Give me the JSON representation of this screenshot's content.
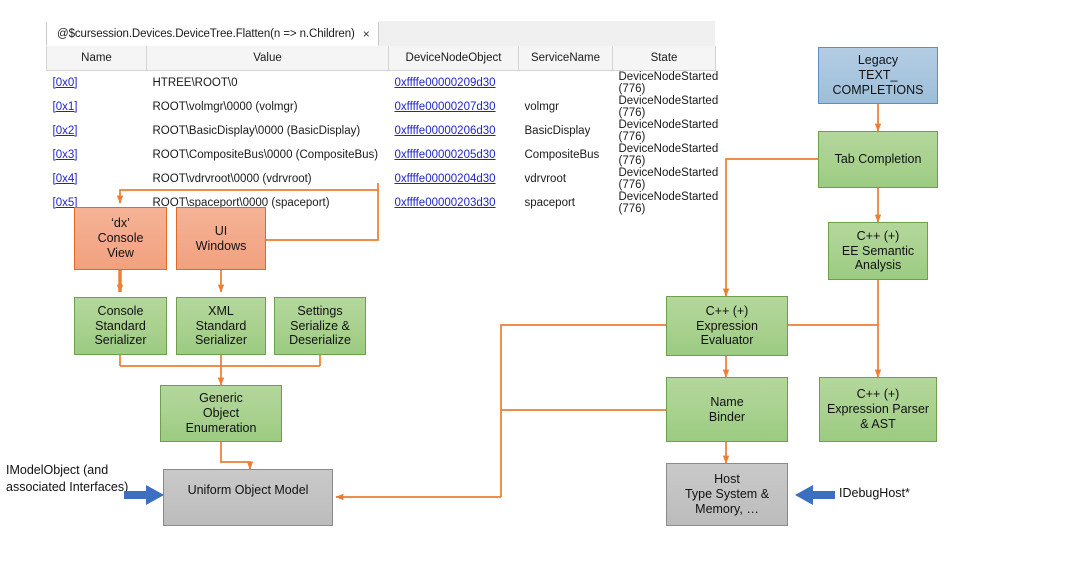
{
  "grid": {
    "tab": {
      "title": "@$cursession.Devices.DeviceTree.Flatten(n => n.Children)",
      "close": "×"
    },
    "columns": [
      "Name",
      "Value",
      "DeviceNodeObject",
      "ServiceName",
      "State"
    ],
    "rows": [
      {
        "name": "[0x0]",
        "value": "HTREE\\ROOT\\0",
        "device_node_object": "0xffffe00000209d30",
        "service_name": "",
        "state": "DeviceNodeStarted (776)"
      },
      {
        "name": "[0x1]",
        "value": "ROOT\\volmgr\\0000 (volmgr)",
        "device_node_object": "0xffffe00000207d30",
        "service_name": "volmgr",
        "state": "DeviceNodeStarted (776)"
      },
      {
        "name": "[0x2]",
        "value": "ROOT\\BasicDisplay\\0000 (BasicDisplay)",
        "device_node_object": "0xffffe00000206d30",
        "service_name": "BasicDisplay",
        "state": "DeviceNodeStarted (776)"
      },
      {
        "name": "[0x3]",
        "value": "ROOT\\CompositeBus\\0000 (CompositeBus)",
        "device_node_object": "0xffffe00000205d30",
        "service_name": "CompositeBus",
        "state": "DeviceNodeStarted (776)"
      },
      {
        "name": "[0x4]",
        "value": "ROOT\\vdrvroot\\0000 (vdrvroot)",
        "device_node_object": "0xffffe00000204d30",
        "service_name": "vdrvroot",
        "state": "DeviceNodeStarted (776)"
      },
      {
        "name": "[0x5]",
        "value": "ROOT\\spaceport\\0000 (spaceport)",
        "device_node_object": "0xffffe00000203d30",
        "service_name": "spaceport",
        "state": "DeviceNodeStarted (776)"
      }
    ]
  },
  "diagram": {
    "nodes": {
      "dx_console_view": {
        "lines": [
          "‘dx’",
          "Console",
          "View"
        ],
        "color": "#f3a98a"
      },
      "ui_windows": {
        "lines": [
          "UI",
          "Windows"
        ],
        "color": "#f3a98a"
      },
      "console_serializer": {
        "lines": [
          "Console",
          "Standard",
          "Serializer"
        ],
        "color": "#a8d18e"
      },
      "xml_serializer": {
        "lines": [
          "XML",
          "Standard",
          "Serializer"
        ],
        "color": "#a8d18e"
      },
      "settings_serialize": {
        "lines": [
          "Settings",
          "Serialize &",
          "Deserialize"
        ],
        "color": "#a8d18e"
      },
      "generic_object_enumeration": {
        "lines": [
          "Generic",
          "Object",
          "Enumeration"
        ],
        "color": "#a8d18e"
      },
      "uniform_object_model": {
        "lines": [
          "Uniform Object Model"
        ],
        "color": "#c2c2c2"
      },
      "legacy_text_completions": {
        "lines": [
          "Legacy",
          "TEXT_",
          "COMPLETIONS"
        ],
        "color": "#a8c5de"
      },
      "tab_completion": {
        "lines": [
          "Tab Completion"
        ],
        "color": "#a8d18e"
      },
      "ee_semantic_analysis": {
        "lines": [
          "C++ (+)",
          "EE Semantic",
          "Analysis"
        ],
        "color": "#a8d18e"
      },
      "expression_evaluator": {
        "lines": [
          "C++ (+)",
          "Expression",
          "Evaluator"
        ],
        "color": "#a8d18e"
      },
      "name_binder": {
        "lines": [
          "Name",
          "Binder"
        ],
        "color": "#a8d18e"
      },
      "expression_parser_ast": {
        "lines": [
          "C++ (+)",
          "Expression Parser",
          "& AST"
        ],
        "color": "#a8d18e"
      },
      "host_type_system": {
        "lines": [
          "Host",
          "Type System &",
          "Memory, …"
        ],
        "color": "#c2c2c2"
      }
    },
    "labels": {
      "imodelobject": [
        "IModelObject",
        "(and associated",
        "Interfaces)"
      ],
      "idebughost": "IDebugHost*"
    },
    "colors": {
      "connector": "#ED7D31",
      "blue_arrow": "#3C6FBF",
      "green_fill": "#a8d18e",
      "orange_fill": "#f3a98a",
      "blue_fill": "#a8c5de",
      "grey_fill": "#c2c2c2",
      "link_text": "#2222cc"
    }
  }
}
